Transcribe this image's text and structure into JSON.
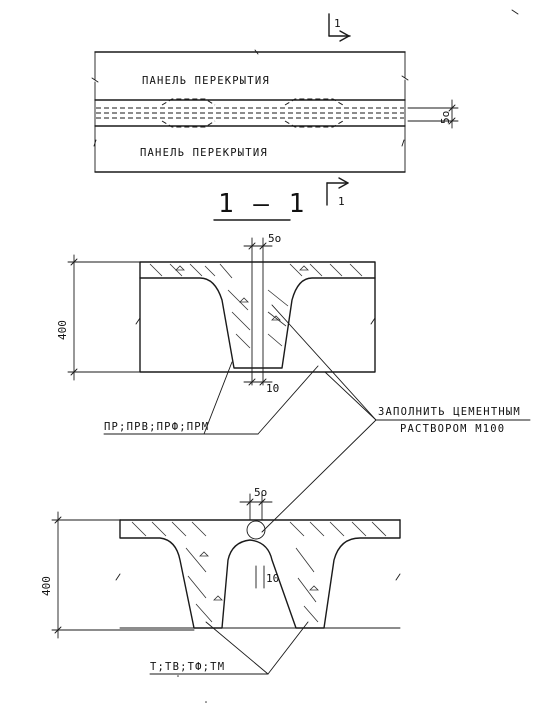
{
  "plan": {
    "panel_top_label": "ПАНЕЛЬ ПЕРЕКРЫТИЯ",
    "panel_bottom_label": "ПАНЕЛЬ ПЕРЕКРЫТИЯ",
    "dim_gap": "5о",
    "section_mark_top": "1",
    "section_mark_bottom": "1"
  },
  "section_title": "1 — 1",
  "upper_section": {
    "dim_height": "400",
    "dim_top_gap": "5о",
    "dim_bottom_gap": "10",
    "types_label": "ПР;ПРВ;ПРФ;ПРМ"
  },
  "note": {
    "line1": "ЗАПОЛНИТЬ ЦЕМЕНТНЫМ",
    "line2": "РАСТВОРОМ М100"
  },
  "lower_section": {
    "dim_height": "400",
    "dim_top_gap": "5о",
    "dim_bottom_gap": "10",
    "types_label": "Т;ТВ;ТФ;ТМ"
  }
}
